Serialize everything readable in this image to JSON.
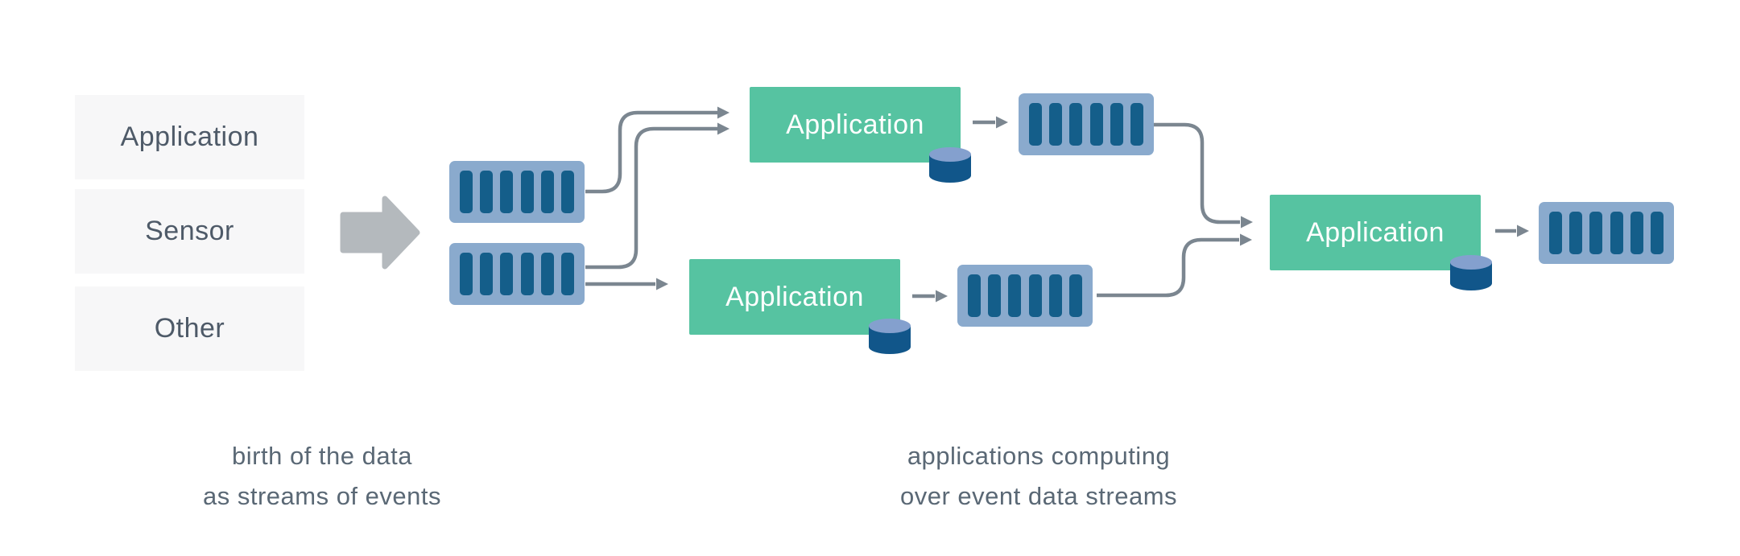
{
  "diagram": {
    "sources": [
      {
        "label": "Application"
      },
      {
        "label": "Sensor"
      },
      {
        "label": "Other"
      }
    ],
    "applications": [
      {
        "label": "Application"
      },
      {
        "label": "Application"
      },
      {
        "label": "Application"
      }
    ],
    "streams": {
      "count": 5,
      "bars_per_stream": 6
    },
    "captions": {
      "left": {
        "line1": "birth of the data",
        "line2": "as streams of events"
      },
      "right": {
        "line1": "applications computing",
        "line2": "over event data streams"
      }
    },
    "icons": {
      "big_arrow": "flow-arrow-icon",
      "stream": "event-stream-queue-icon",
      "database": "database-cylinder-icon",
      "connector": "connector-arrow"
    },
    "colors": {
      "stream_container": "#8aaacd",
      "stream_bar": "#145e8a",
      "application_green": "#56c3a1",
      "application_text": "#ffffff",
      "connector_gray": "#7b8690",
      "big_arrow_gray": "#b4b9bd",
      "cylinder_body": "#11568a",
      "cylinder_top": "#84a0ce",
      "source_box_bg": "#f7f7f8",
      "source_text": "#4e5a68",
      "caption_text": "#5a6875",
      "background": "#ffffff"
    }
  }
}
